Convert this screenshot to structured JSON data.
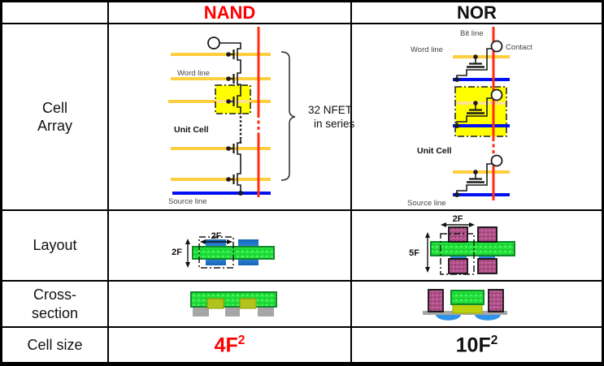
{
  "page_title": "NAND vs NOR memory cell comparison table",
  "header": {
    "nand": "NAND",
    "nor": "NOR"
  },
  "row_labels": {
    "cell_array_line1": "Cell",
    "cell_array_line2": "Array",
    "layout": "Layout",
    "cross_section_line1": "Cross-",
    "cross_section_line2": "section",
    "cell_size": "Cell size"
  },
  "nand": {
    "array": {
      "word_line": "Word line",
      "unit_cell": "Unit Cell",
      "source_line": "Source line",
      "series_note_line1": "32 NFET",
      "series_note_line2": "in series"
    },
    "layout": {
      "width_label": "2F",
      "height_label": "2F"
    },
    "cell_size": {
      "base": "4F",
      "exponent": "2"
    }
  },
  "nor": {
    "array": {
      "bit_line": "Bit line",
      "word_line": "Word line",
      "contact_label": "Contact",
      "unit_cell": "Unit Cell",
      "source_line": "Source line"
    },
    "layout": {
      "width_label": "2F",
      "height_label": "5F"
    },
    "cell_size": {
      "base": "10F",
      "exponent": "2"
    }
  },
  "colors": {
    "nand_title_red": "#ff0000",
    "nand_cell_size_red": "#ff0000",
    "bit_line_red": "#ff2d12",
    "word_line_yellow": "#ffce3e",
    "word_line_pale": "#ffe18f",
    "source_line_blue": "#0010ee",
    "unit_cell_yellow": "#ffff00",
    "active_green": "#23e33b",
    "green_border": "#128a2c",
    "layout_blue": "#2f93e8",
    "contact_purple": "#b4538c",
    "gate_olive": "#b2c41c",
    "substrate_gray": "#a6a6a6",
    "table_border": "#000000"
  }
}
